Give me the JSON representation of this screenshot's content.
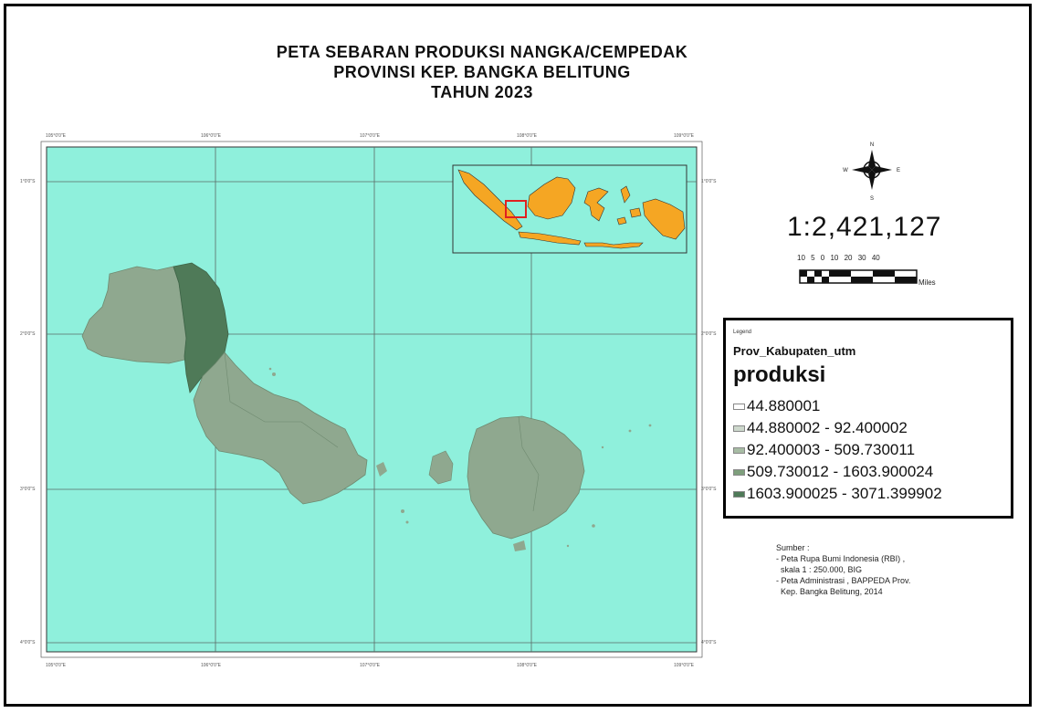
{
  "title": {
    "line1": "PETA SEBARAN PRODUKSI NANGKA/CEMPEDAK",
    "line2": "PROVINSI KEP. BANGKA BELITUNG",
    "line3": "TAHUN 2023"
  },
  "scale": {
    "ratio": "1:2,421,127",
    "ticks": "10 5 0   10   20   30   40",
    "unit": "Miles"
  },
  "legend": {
    "header": "Legend",
    "layer": "Prov_Kabupaten_utm",
    "field": "produksi",
    "items": [
      {
        "label": "44.880001",
        "color": "#ffffff"
      },
      {
        "label": "44.880002 - 92.400002",
        "color": "#cdd8cc"
      },
      {
        "label": "92.400003 - 509.730011",
        "color": "#a7bca4"
      },
      {
        "label": "509.730012 - 1603.900024",
        "color": "#7e9f7c"
      },
      {
        "label": "1603.900025 - 3071.399902",
        "color": "#4f7a58"
      }
    ]
  },
  "source": {
    "line1": "Sumber :",
    "line2": "- Peta Rupa Bumi Indonesia (RBI) ,",
    "line3": "  skala 1 : 250.000, BIG",
    "line4": "- Peta Administrasi , BAPPEDA Prov.",
    "line5": "  Kep. Bangka Belitung, 2014"
  },
  "grid_labels": {
    "top": [
      "105°0'0\"E",
      "106°0'0\"E",
      "107°0'0\"E",
      "108°0'0\"E",
      "109°0'0\"E"
    ],
    "bottom": [
      "105°0'0\"E",
      "106°0'0\"E",
      "107°0'0\"E",
      "108°0'0\"E",
      "109°0'0\"E"
    ],
    "left": [
      "1°0'0\"S",
      "2°0'0\"S",
      "3°0'0\"S",
      "4°0'0\"S"
    ],
    "right": [
      "1°0'0\"S",
      "2°0'0\"S",
      "3°0'0\"S",
      "4°0'0\"S"
    ]
  },
  "colors": {
    "sea": "#8ff0dc",
    "land_light": "#8fa88f",
    "land_dark": "#4f7a58",
    "inset_land": "#f5a623",
    "inset_highlight": "#e02020"
  },
  "compass": {
    "n": "N",
    "s": "S",
    "e": "E",
    "w": "W"
  }
}
